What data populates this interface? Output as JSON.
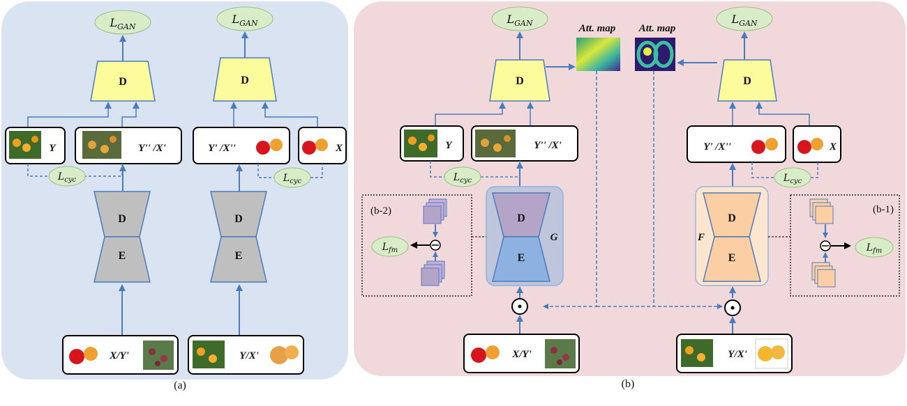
{
  "captions": {
    "a": "(a)",
    "b": "(b)"
  },
  "labels": {
    "discriminator": "D",
    "decoder": "D",
    "encoder": "E",
    "gan_loss": "L_GAN",
    "cyc_loss": "L_cyc",
    "fm_loss": "L_fm",
    "att_map": "Att. map",
    "generator_g": "G",
    "generator_f": "F",
    "inset_b1": "(b-1)",
    "inset_b2": "(b-2)",
    "dot_op": "⊙",
    "minus_op": "⊖"
  },
  "image_labels": {
    "Y": "Y",
    "X": "X",
    "Ypp_Xp": "Y'' /X'",
    "Xp_Xpp": "Y' /X''",
    "X_Yp": "X/Y'",
    "Y_Xp": "Y/X'"
  },
  "colors": {
    "panel_a_bg": "#d9e3f1",
    "panel_b_bg": "#f1d8db",
    "discriminator_fill": "#fcfc9c",
    "gan_loss_fill": "#d9ecc8",
    "gray_gen": "#bfbfbf",
    "purple_dec": "#b4a4c8",
    "blue_enc": "#8db2e2",
    "orange_gen": "#fbcea4",
    "arrow": "#4a7bbf"
  }
}
